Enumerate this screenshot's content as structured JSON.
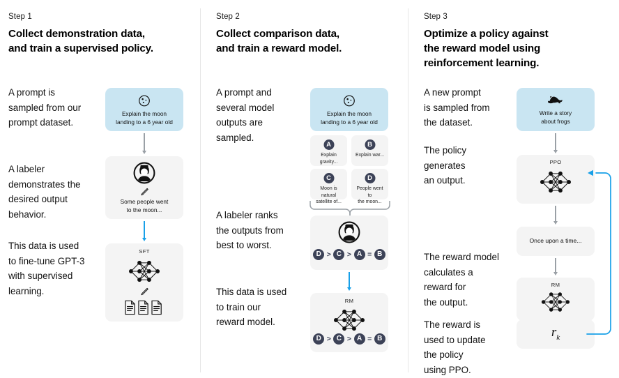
{
  "figure": {
    "title_semantic": "rlhf-three-step-diagram",
    "accent_blue": "#18a0e8",
    "prompt_card_color": "#c9e5f2",
    "model_card_color": "#f4f4f4",
    "badge_color": "#3c4257",
    "arrow_gray": "#9aa0a6"
  },
  "columns": [
    {
      "step_label": "Step 1",
      "title": "Collect demonstration data,\nand train a supervised policy.",
      "notes": [
        "A prompt is\nsampled from our\nprompt dataset.",
        "A labeler\ndemonstrates the\ndesired output\nbehavior.",
        "This data is used\nto fine-tune GPT-3\nwith supervised\nlearning."
      ],
      "cards": [
        {
          "type": "prompt",
          "icon": "moon-icon",
          "caption": "Explain the moon\nlanding to a 6 year old"
        },
        {
          "type": "labeler",
          "icon": "labeler-avatar-icon",
          "caption": "Some people went\nto the moon..."
        },
        {
          "type": "model",
          "tag": "SFT",
          "icon": "neural-network-icon"
        }
      ]
    },
    {
      "step_label": "Step 2",
      "title": "Collect comparison data,\nand train a reward model.",
      "notes": [
        "A prompt and\nseveral model\noutputs are\nsampled.",
        "A labeler ranks\nthe outputs from\nbest to worst.",
        "This data is used\nto train our\nreward model."
      ],
      "cards": [
        {
          "type": "prompt",
          "icon": "moon-icon",
          "caption": "Explain the moon\nlanding to a 6 year old"
        },
        {
          "type": "labeler-rank",
          "icon": "labeler-avatar-icon"
        },
        {
          "type": "model",
          "tag": "RM",
          "icon": "neural-network-icon"
        }
      ],
      "options": [
        {
          "letter": "A",
          "text": "Explain gravity..."
        },
        {
          "letter": "B",
          "text": "Explain war..."
        },
        {
          "letter": "C",
          "text": "Moon is natural\nsatellite of..."
        },
        {
          "letter": "D",
          "text": "People went to\nthe moon..."
        }
      ],
      "ranking": [
        "D",
        ">",
        "C",
        ">",
        "A",
        "=",
        "B"
      ]
    },
    {
      "step_label": "Step 3",
      "title": "Optimize a policy against\nthe reward model using\nreinforcement learning.",
      "notes": [
        "A new prompt\nis sampled from\nthe dataset.",
        "The policy\ngenerates\nan output.",
        "The reward model\ncalculates a\nreward for\nthe output.",
        "The reward is\nused to update\nthe policy\nusing PPO."
      ],
      "cards": [
        {
          "type": "prompt",
          "icon": "frog-icon",
          "caption": "Write a story\nabout frogs"
        },
        {
          "type": "model",
          "tag": "PPO",
          "icon": "neural-network-icon"
        },
        {
          "type": "text",
          "caption": "Once upon a time..."
        },
        {
          "type": "model",
          "tag": "RM",
          "icon": "neural-network-icon"
        },
        {
          "type": "reward",
          "value": "r",
          "subscript": "k"
        }
      ]
    }
  ]
}
